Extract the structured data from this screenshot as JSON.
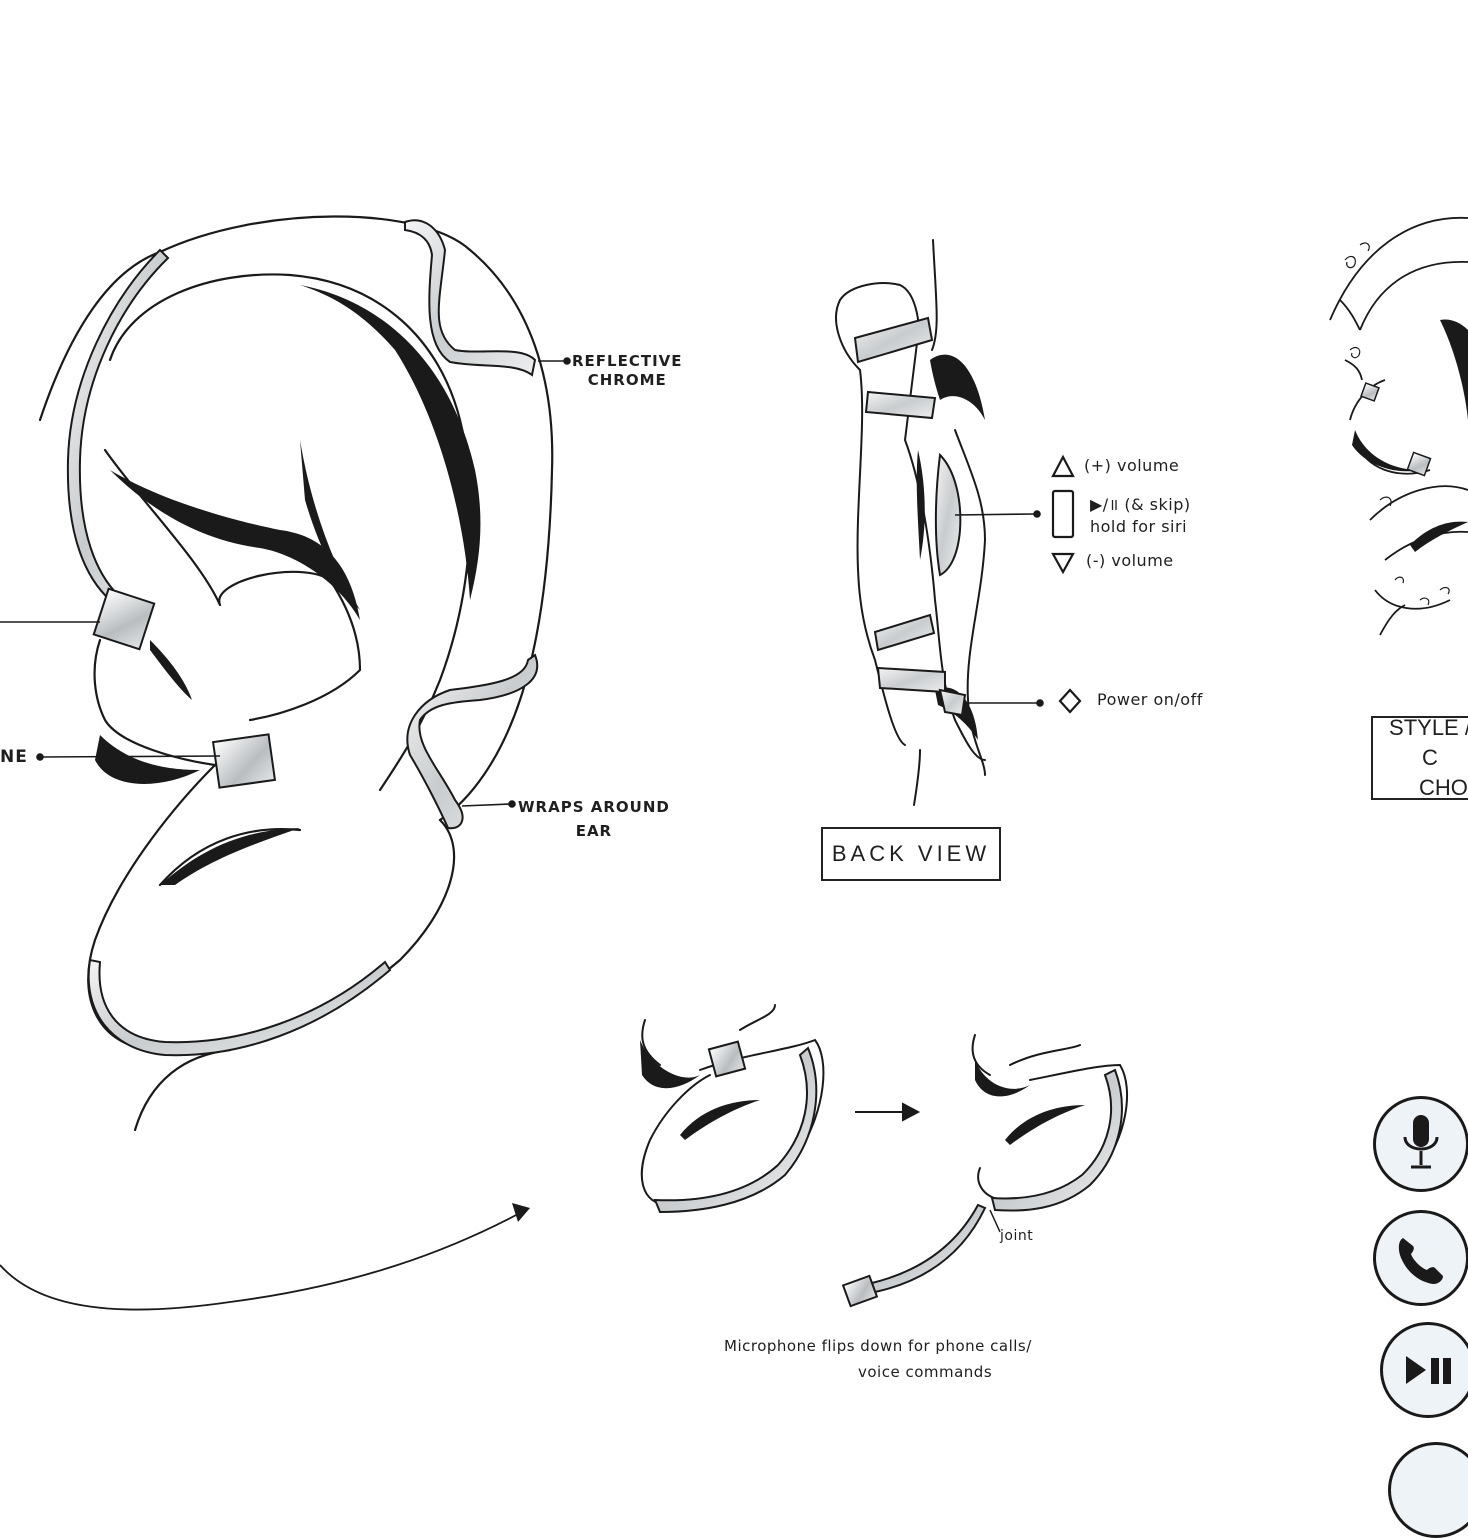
{
  "main_ear": {
    "label_reflective": "REFLECTIVE\nCHROME",
    "label_wraps": "WRAPS AROUND\nEAR",
    "label_left_cut": "NE"
  },
  "back_view": {
    "title": "BACK VIEW",
    "volume_up": "(+) volume",
    "play_skip": "▶/॥ (& skip)",
    "hold_siri": "hold for siri",
    "volume_down": "(-) volume",
    "power": "Power on/off"
  },
  "mic_flip": {
    "joint": "joint",
    "caption_line1": "Microphone flips down for phone calls/",
    "caption_line2": "voice commands"
  },
  "right_panel": {
    "style_line1": "STYLE / C",
    "style_line2": "CHO"
  },
  "icons": {
    "microphone": "microphone-icon",
    "phone": "phone-icon",
    "play_pause": "play-pause-icon"
  },
  "colors": {
    "ink": "#1a1a1a",
    "chrome": "#d7d9db",
    "button_bg": "#eef3f7"
  }
}
